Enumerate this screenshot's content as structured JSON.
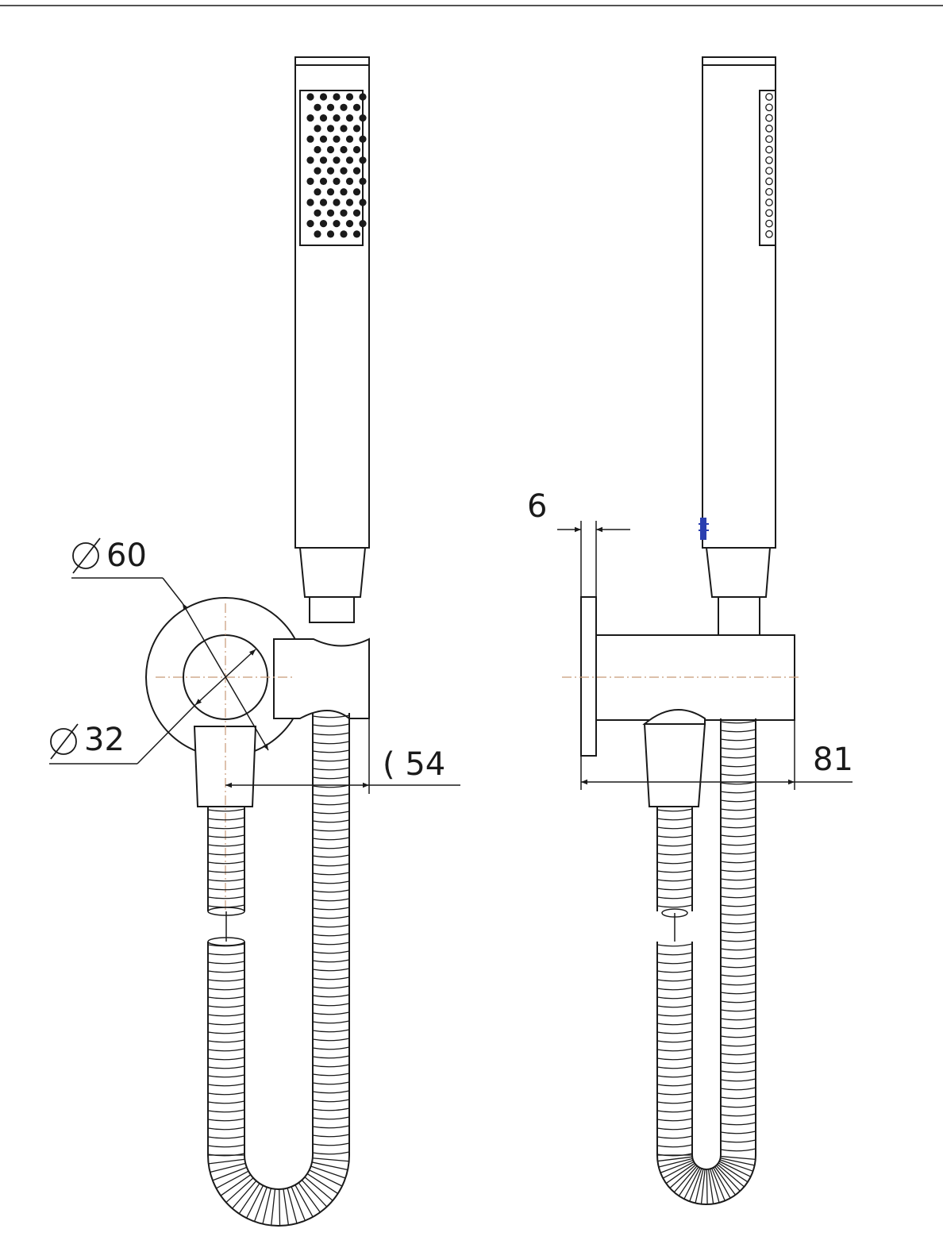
{
  "dimensions": {
    "outer_diameter": {
      "symbol": "⌀",
      "value": "60"
    },
    "inner_diameter": {
      "symbol": "⌀",
      "value": "32"
    },
    "front_projection": {
      "value": "( 54"
    },
    "plate_thickness": {
      "value": "6"
    },
    "side_projection": {
      "value": "81"
    }
  },
  "colors": {
    "line": "#1a1a1a",
    "centerline": "#c79a78",
    "accent_mark": "#2a3fb0",
    "background": "#ffffff"
  }
}
